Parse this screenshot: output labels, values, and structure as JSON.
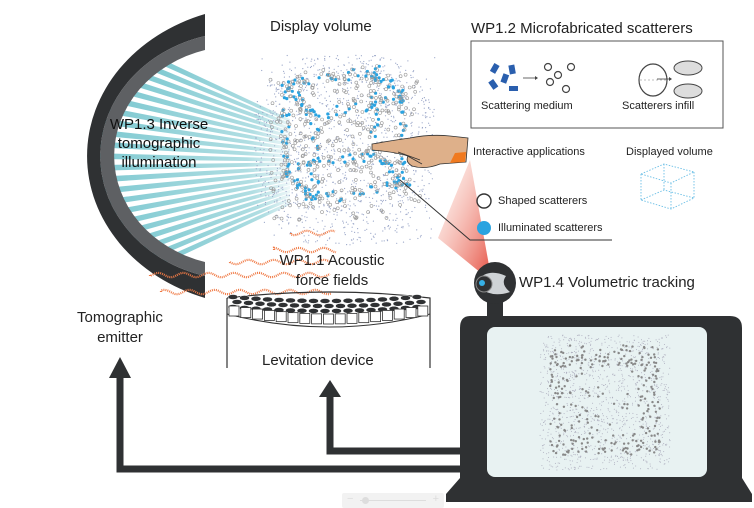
{
  "labels": {
    "display_volume": "Display volume",
    "wp13": [
      "WP1.3 Inverse",
      "tomographic",
      "illumination"
    ],
    "wp12_title": "WP1.2 Microfabricated scatterers",
    "scattering_medium": "Scattering medium",
    "scatterers_infill": "Scatterers infill",
    "interactive_applications": "Interactive applications",
    "displayed_volume": "Displayed volume",
    "shaped_scatterers": "Shaped scatterers",
    "illuminated_scatterers": "Illuminated scatterers",
    "wp11": [
      "WP1.1 Acoustic",
      "force fields"
    ],
    "levitation_device": "Levitation device",
    "wp14": "WP1.4 Volumetric tracking",
    "tomographic_emitter": [
      "Tomographic",
      "emitter"
    ]
  },
  "colors": {
    "emitter_dark": "#2f3133",
    "emitter_inner": "#5e6063",
    "beam": "#7cc8d0",
    "illuminated": "#2aa3e0",
    "scatterer_grey": "#9a9a9a",
    "acoustic_wave": "#f07a45",
    "tracking_cone": "#e02a1a",
    "medium_blue": "#2a5fae",
    "hand_skin": "#deb08a",
    "hand_sleeve": "#f07a20",
    "screen": "#e8f2f2"
  },
  "zoom_control": {
    "minus": "−",
    "plus": "+",
    "level": 0.1
  }
}
